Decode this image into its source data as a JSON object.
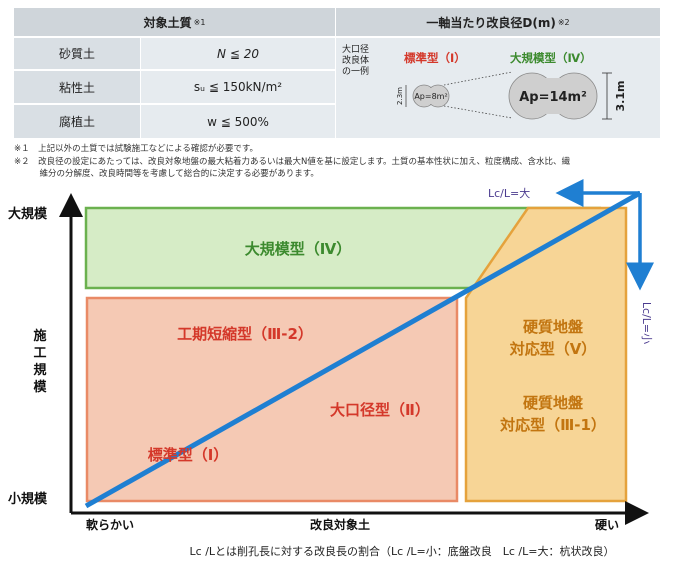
{
  "table": {
    "header_left": "対象土質",
    "header_left_note": "※1",
    "header_right": "一軸当たり改良径D(m)",
    "header_right_note": "※2",
    "rows": [
      {
        "soil": "砂質土",
        "condition": "N ≦ 20"
      },
      {
        "soil": "粘性土",
        "condition": "sᵤ ≦ 150kN/m²"
      },
      {
        "soil": "腐植土",
        "condition": "w ≦ 500%"
      }
    ],
    "example_label_lines": [
      "大口径",
      "改良体",
      "の一例"
    ],
    "standard_label": "標準型（Ⅰ）",
    "large_label": "大規模型（Ⅳ）",
    "small_area": "Ap=8m²",
    "large_area": "Ap=14m²",
    "small_dim": "2.3m",
    "large_dim": "3.1m"
  },
  "notes": [
    "※１　上記以外の土質では試験施工などによる確認が必要です。",
    "※２　改良径の設定にあたっては、改良対象地盤の最大粘着力あるいは最大N値を基に設定します。土質の基本性状に加え、粒度構成、含水比、繊",
    "　　　維分の分解度、改良時間等を考慮して総合的に決定する必要があります。"
  ],
  "diagram": {
    "y_top": "大規模",
    "y_mid": "施工規模",
    "y_bottom": "小規模",
    "x_left": "軟らかい",
    "x_mid": "改良対象土",
    "x_right": "硬い",
    "lc_big": "Lc/L=大",
    "lc_small": "Lc/L=小",
    "region_large": "大規模型（Ⅳ）",
    "region_short": "工期短縮型（Ⅲ-2）",
    "region_bigdia": "大口径型（Ⅱ）",
    "region_standard": "標準型（Ⅰ）",
    "region_hard5_1": "硬質地盤",
    "region_hard5_2": "対応型（Ⅴ）",
    "region_hard31_1": "硬質地盤",
    "region_hard31_2": "対応型（Ⅲ-1）",
    "caption": "Lc /Lとは削孔長に対する改良長の割合（Lc /L=小：底盤改良　Lc /L=大：杭状改良）",
    "colors": {
      "green_fill": "#d6ecc6",
      "green_stroke": "#6bb14f",
      "green_text": "#3c8a2e",
      "salmon_fill": "#f5c9b4",
      "salmon_stroke": "#e98a66",
      "red_text": "#d4382a",
      "orange_fill": "#f7d596",
      "orange_stroke": "#e5a23c",
      "orange_text": "#c27510",
      "blue": "#1f7fd2",
      "purple_text": "#4b3b8f"
    }
  }
}
